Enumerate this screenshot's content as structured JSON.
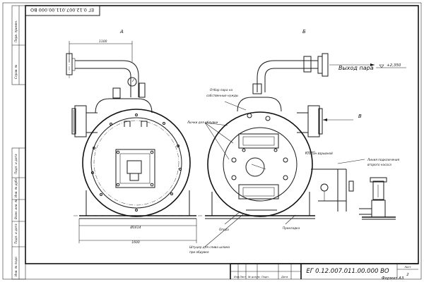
{
  "sheet": {
    "top_code": "ЕГ 0.12.007.011.00.000  ВО",
    "format": "Формат  А3",
    "left_stamp": [
      "Перв. примен.",
      "Справ. №",
      "Подп. и дата",
      "Инв. № дубл.",
      "Взам. инв. №",
      "Подп. и дата",
      "Инв. № подл."
    ]
  },
  "views": {
    "a": "А",
    "b": "Б",
    "b_section": "В"
  },
  "dims": {
    "d1100": "1100",
    "d1614": "Ø1614",
    "d1600": "1600"
  },
  "labels": {
    "steam_out": "Выход пара",
    "elevation": "+2,350",
    "pump_base": ""
  },
  "notes": {
    "steam_takeoff": [
      "Отбор пара на",
      "собственные нужды"
    ],
    "hatches": "Лючки для обдувки",
    "explosion_valve": "Клапан взрывной",
    "pump_line": [
      "Линия подключения",
      "второго насоса"
    ],
    "flue": "",
    "slab": "Опора",
    "gasket": "Прокладка",
    "drain": [
      "Штуцер для слива шлама",
      "при обдувке"
    ]
  },
  "title_block": {
    "designation": "ЕГ 0.12.007.011.00.000  ВО",
    "cols": [
      "Изм.",
      "Лист",
      "№ докум.",
      "Подп.",
      "Дата"
    ],
    "sheet_label": "Лист",
    "sheet_num": "2"
  }
}
